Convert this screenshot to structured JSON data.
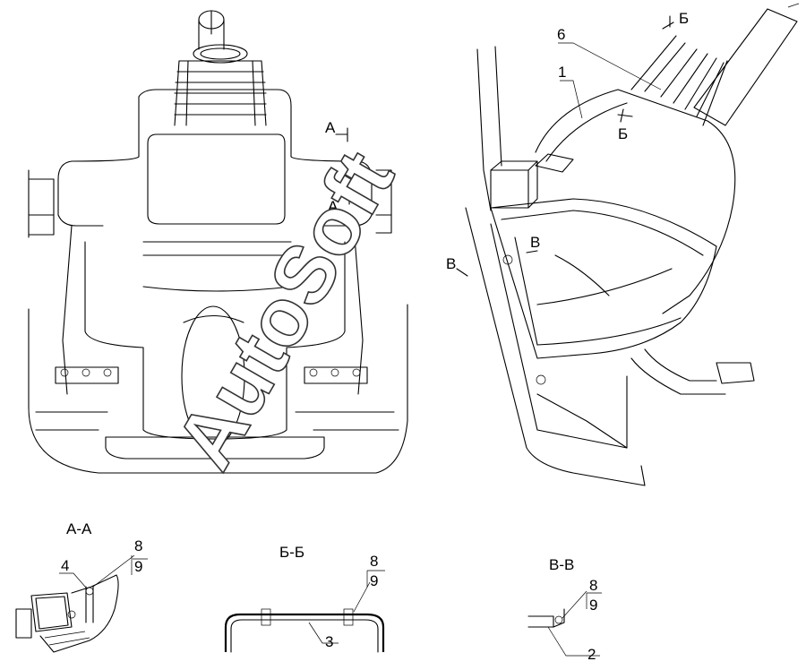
{
  "watermark": "AutoSoft",
  "section_titles": {
    "a_a": "А-А",
    "b_b": "Б-Б",
    "v_v": "В-В"
  },
  "cut_marks": {
    "a_top": "А",
    "a_bottom": "А",
    "b_top": "Б",
    "b_mid": "Б",
    "v_left": "В",
    "v_right": "В"
  },
  "callouts": {
    "c1": "1",
    "c2": "2",
    "c3": "3",
    "c4": "4",
    "c6": "6",
    "aa_8": "8",
    "aa_9": "9",
    "bb_8": "8",
    "bb_9": "9",
    "vv_8": "8",
    "vv_9": "9"
  }
}
